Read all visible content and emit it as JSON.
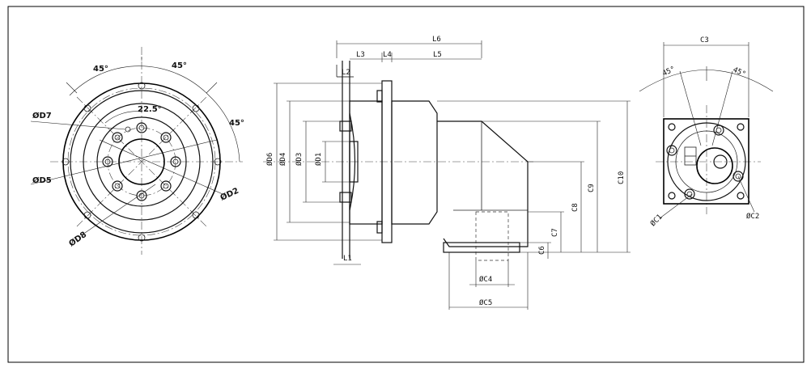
{
  "labels": {
    "angle_45_a": "45°",
    "angle_45_b": "45°",
    "angle_45_c": "45°",
    "angle_22_5": "22.5°",
    "d7": "ØD7",
    "d5": "ØD5",
    "d2": "ØD2",
    "d8": "ØD8",
    "l6": "L6",
    "l3": "L3",
    "l4": "L4",
    "l5": "L5",
    "l2": "L2",
    "l1": "L1",
    "d6": "ØD6",
    "d4": "ØD4",
    "d3": "ØD3",
    "d1": "ØD1",
    "c10": "C10",
    "c9": "C9",
    "c8": "C8",
    "c7": "C7",
    "c6": "C6",
    "c4": "ØC4",
    "c5": "ØC5",
    "c3": "C3",
    "angle_45_d": "45°",
    "angle_45_e": "45°",
    "c1": "ØC1",
    "c2": "ØC2"
  }
}
